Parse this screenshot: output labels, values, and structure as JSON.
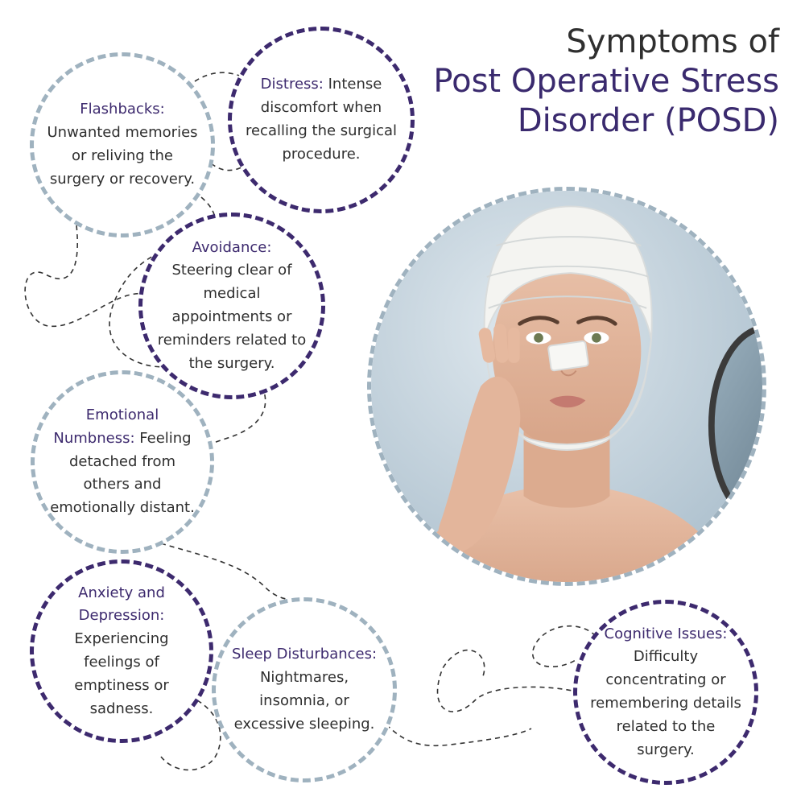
{
  "title": {
    "line1": "Symptoms of",
    "line2": "Post Operative Stress",
    "line3": "Disorder (POSD)"
  },
  "symptoms": {
    "flashbacks": {
      "label": "Flashbacks:",
      "text": "Unwanted memories or reliving the surgery or recovery."
    },
    "distress": {
      "label": "Distress:",
      "text": " Intense discomfort when recalling the surgical procedure."
    },
    "avoidance": {
      "label": "Avoidance:",
      "text": "Steering clear of medical appointments or reminders related to the surgery."
    },
    "numbness": {
      "label": "Emotional Numbness:",
      "text": " Feeling detached from others and emotionally distant."
    },
    "anxiety": {
      "label": "Anxiety and Depression:",
      "text": "Experiencing feelings of emptiness or sadness."
    },
    "sleep": {
      "label": "Sleep Disturbances:",
      "text": "Nightmares, insomnia, or excessive sleeping."
    },
    "cognitive": {
      "label": "Cognitive Issues:",
      "text": "Difficulty concentrating or remembering details related to the surgery."
    }
  },
  "colors": {
    "accent_purple": "#3d2a6e",
    "accent_grey": "#9fb2bf",
    "text": "#2f2f2f"
  },
  "photo": {
    "subject": "woman-with-bandaged-head-and-nose"
  }
}
